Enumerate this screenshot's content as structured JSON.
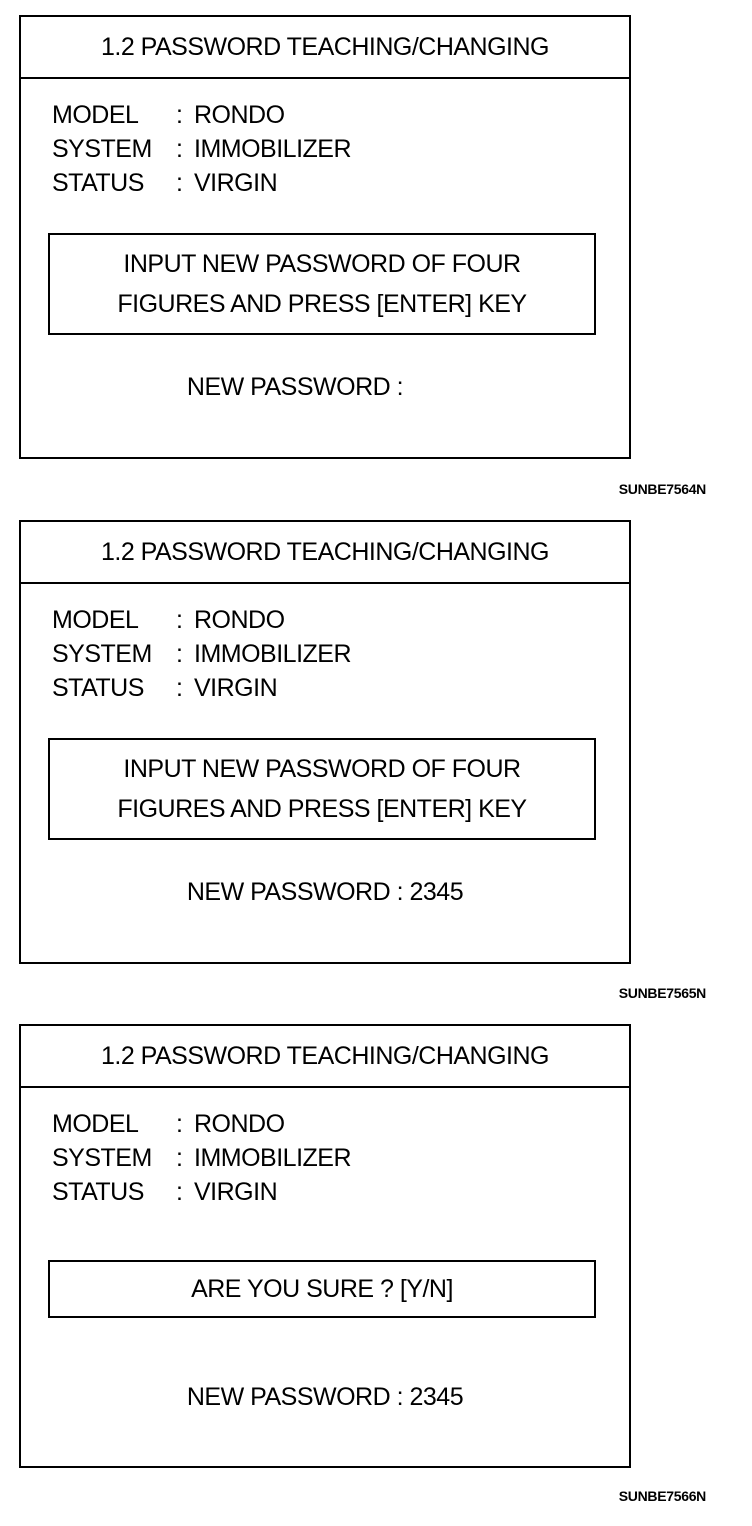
{
  "screens": [
    {
      "title": "1.2  PASSWORD TEACHING/CHANGING",
      "model_label": "MODEL",
      "model_value": "RONDO",
      "system_label": "SYSTEM",
      "system_value": "IMMOBILIZER",
      "status_label": "STATUS",
      "status_value": "VIRGIN",
      "message_line1": "INPUT NEW PASSWORD OF FOUR",
      "message_line2": "FIGURES AND PRESS [ENTER] KEY",
      "password_label": "NEW PASSWORD :",
      "password_value": "",
      "figure_code": "SUNBE7564N"
    },
    {
      "title": "1.2  PASSWORD TEACHING/CHANGING",
      "model_label": "MODEL",
      "model_value": "RONDO",
      "system_label": "SYSTEM",
      "system_value": "IMMOBILIZER",
      "status_label": "STATUS",
      "status_value": "VIRGIN",
      "message_line1": "INPUT NEW PASSWORD OF FOUR",
      "message_line2": "FIGURES AND PRESS [ENTER] KEY",
      "password_label": "NEW PASSWORD :",
      "password_value": "2345",
      "figure_code": "SUNBE7565N"
    },
    {
      "title": "1.2  PASSWORD TEACHING/CHANGING",
      "model_label": "MODEL",
      "model_value": "RONDO",
      "system_label": "SYSTEM",
      "system_value": "IMMOBILIZER",
      "status_label": "STATUS",
      "status_value": "VIRGIN",
      "message_line1": "ARE YOU SURE ? [Y/N]",
      "password_label": "NEW PASSWORD :",
      "password_value": "2345",
      "figure_code": "SUNBE7566N"
    }
  ],
  "colon": ":"
}
